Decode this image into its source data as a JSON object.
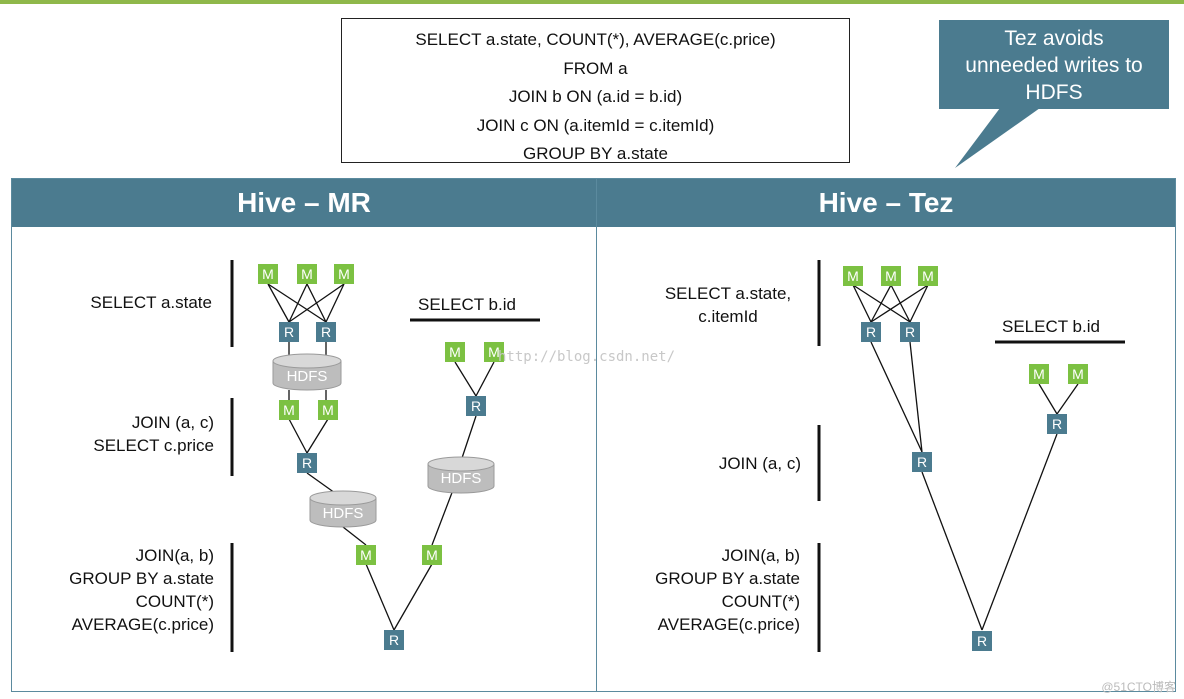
{
  "sql_query": [
    "SELECT a.state, COUNT(*), AVERAGE(c.price)",
    "FROM a",
    "JOIN b ON (a.id = b.id)",
    "JOIN c ON (a.itemId = c.itemId)",
    "GROUP BY a.state"
  ],
  "callout": {
    "lines": [
      "Tez avoids",
      "unneeded writes to",
      "HDFS"
    ]
  },
  "panels": {
    "left": {
      "title": "Hive – MR",
      "stage1": "SELECT a.state",
      "side_label": "SELECT b.id",
      "stage2": [
        "JOIN (a, c)",
        "SELECT c.price"
      ],
      "stage3": [
        "JOIN(a, b)",
        "GROUP BY a.state",
        "COUNT(*)",
        "AVERAGE(c.price)"
      ]
    },
    "right": {
      "title": "Hive – Tez",
      "stage1": [
        "SELECT a.state,",
        "c.itemId"
      ],
      "side_label": "SELECT b.id",
      "stage2": "JOIN (a, c)",
      "stage3": [
        "JOIN(a, b)",
        "GROUP BY a.state",
        "COUNT(*)",
        "AVERAGE(c.price)"
      ]
    }
  },
  "node_labels": {
    "map": "M",
    "reduce": "R",
    "hdfs": "HDFS"
  },
  "watermark": "http://blog.csdn.net/",
  "credit": "@51CTO博客",
  "colors": {
    "header": "#4b7b8f",
    "map_node": "#7cc142",
    "reduce_node": "#4b7b8f",
    "hdfs": "#bdbdbd"
  }
}
